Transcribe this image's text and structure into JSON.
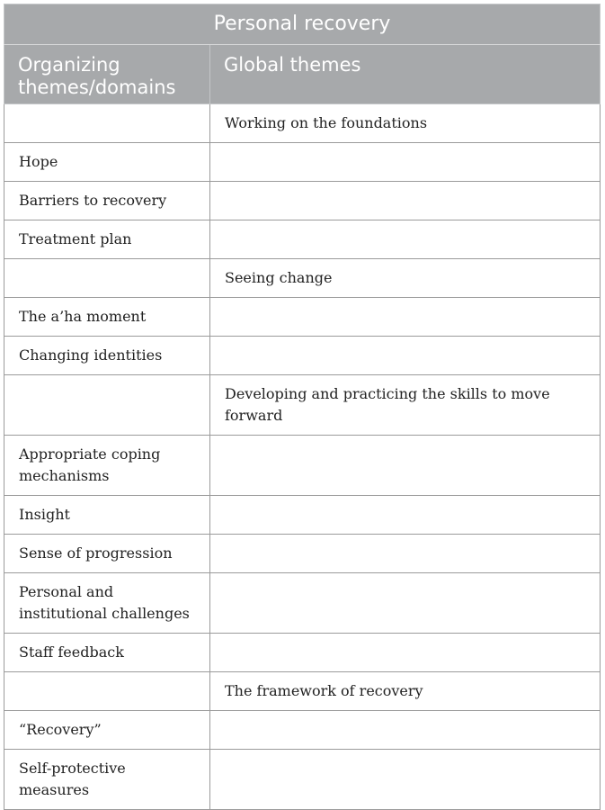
{
  "table": {
    "title": "Personal recovery",
    "headers": [
      "Organizing themes/domains",
      "Global themes"
    ],
    "rows": [
      {
        "domain": "",
        "global": "Working on the foundations"
      },
      {
        "domain": "Hope",
        "global": ""
      },
      {
        "domain": "Barriers to recovery",
        "global": ""
      },
      {
        "domain": "Treatment plan",
        "global": ""
      },
      {
        "domain": "",
        "global": "Seeing change"
      },
      {
        "domain": "The a’ha moment",
        "global": ""
      },
      {
        "domain": "Changing identities",
        "global": ""
      },
      {
        "domain": "",
        "global": "Developing and practicing the skills to move forward"
      },
      {
        "domain": "Appropriate coping mechanisms",
        "global": ""
      },
      {
        "domain": "Insight",
        "global": ""
      },
      {
        "domain": "Sense of progression",
        "global": ""
      },
      {
        "domain": "Personal and institutional challenges",
        "global": ""
      },
      {
        "domain": "Staff feedback",
        "global": ""
      },
      {
        "domain": "",
        "global": "The framework of recovery"
      },
      {
        "domain": "“Recovery”",
        "global": ""
      },
      {
        "domain": "Self-protective measures",
        "global": ""
      }
    ]
  }
}
